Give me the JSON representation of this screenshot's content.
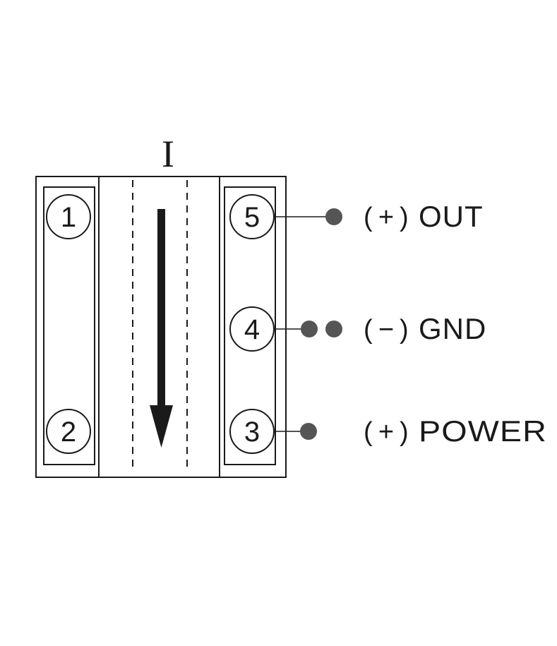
{
  "current_symbol": "I",
  "pins": {
    "p1": "1",
    "p2": "2",
    "p3": "3",
    "p4": "4",
    "p5": "5"
  },
  "terminals": [
    {
      "sign": "+",
      "name": "OUT"
    },
    {
      "sign": "−",
      "name": "GND"
    },
    {
      "sign": "+",
      "name": "POWER"
    }
  ],
  "colors": {
    "stroke": "#1a1a1a",
    "dot": "#555555"
  }
}
